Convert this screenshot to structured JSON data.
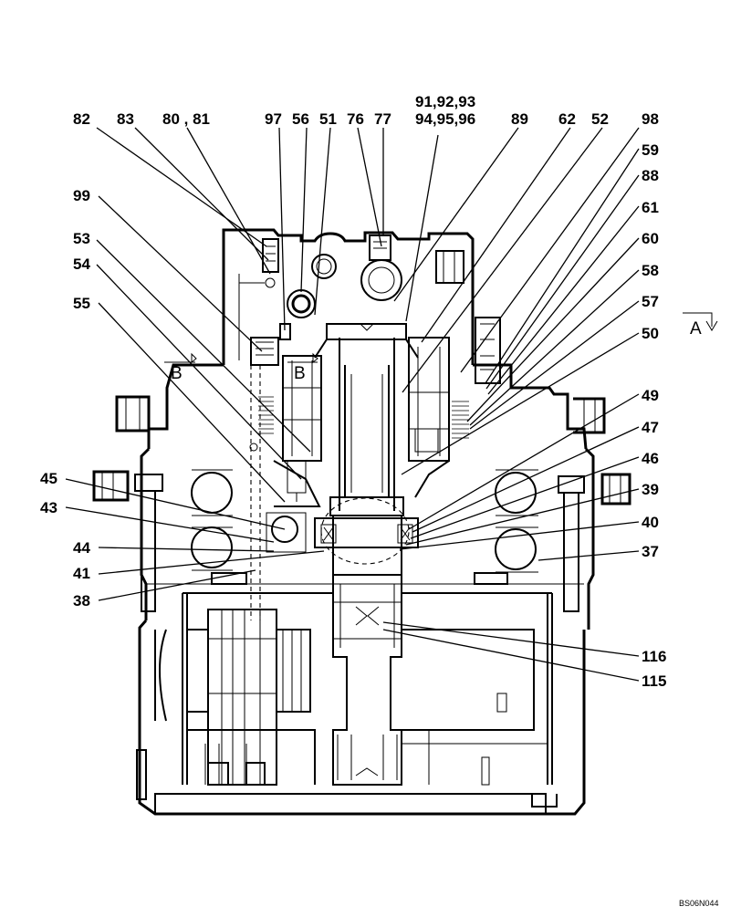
{
  "labels": [
    {
      "id": "82",
      "text": "82"
    },
    {
      "id": "83",
      "text": "83"
    },
    {
      "id": "80_81",
      "text": "80 , 81"
    },
    {
      "id": "97",
      "text": "97"
    },
    {
      "id": "56",
      "text": "56"
    },
    {
      "id": "51",
      "text": "51"
    },
    {
      "id": "76",
      "text": "76"
    },
    {
      "id": "77",
      "text": "77"
    },
    {
      "id": "91_93",
      "text": "91,92,93"
    },
    {
      "id": "94_96",
      "text": "94,95,96"
    },
    {
      "id": "89",
      "text": "89"
    },
    {
      "id": "62",
      "text": "62"
    },
    {
      "id": "52",
      "text": "52"
    },
    {
      "id": "98",
      "text": "98"
    },
    {
      "id": "59",
      "text": "59"
    },
    {
      "id": "88",
      "text": "88"
    },
    {
      "id": "61",
      "text": "61"
    },
    {
      "id": "60",
      "text": "60"
    },
    {
      "id": "58",
      "text": "58"
    },
    {
      "id": "57",
      "text": "57"
    },
    {
      "id": "50",
      "text": "50"
    },
    {
      "id": "49",
      "text": "49"
    },
    {
      "id": "47",
      "text": "47"
    },
    {
      "id": "46",
      "text": "46"
    },
    {
      "id": "39",
      "text": "39"
    },
    {
      "id": "40",
      "text": "40"
    },
    {
      "id": "37",
      "text": "37"
    },
    {
      "id": "116",
      "text": "116"
    },
    {
      "id": "115",
      "text": "115"
    },
    {
      "id": "99",
      "text": "99"
    },
    {
      "id": "53",
      "text": "53"
    },
    {
      "id": "54",
      "text": "54"
    },
    {
      "id": "55",
      "text": "55"
    },
    {
      "id": "45",
      "text": "45"
    },
    {
      "id": "43",
      "text": "43"
    },
    {
      "id": "44",
      "text": "44"
    },
    {
      "id": "41",
      "text": "41"
    },
    {
      "id": "38",
      "text": "38"
    }
  ],
  "section_marks": {
    "b_left": "B",
    "b_right": "B",
    "a_arrow": "A"
  },
  "drawing_code": "BS06N044"
}
